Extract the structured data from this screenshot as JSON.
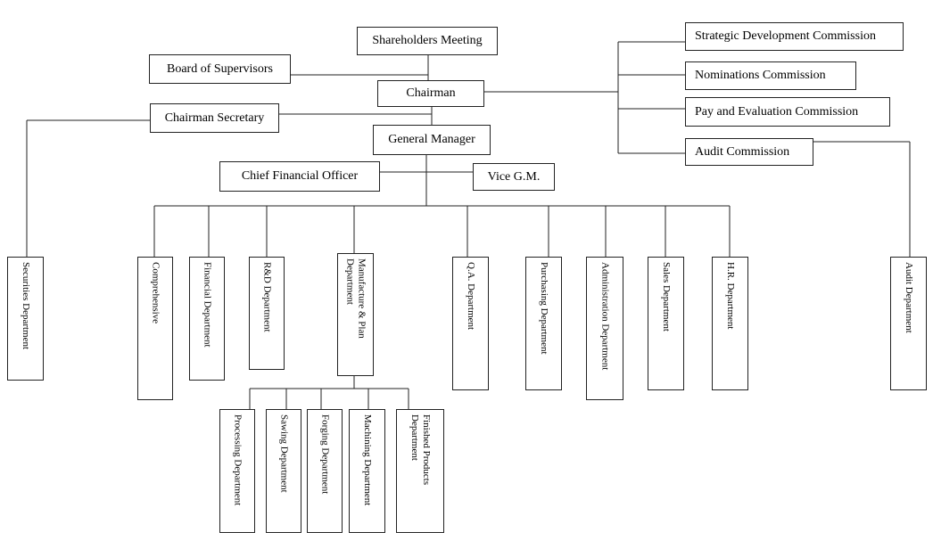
{
  "top": {
    "shareholders": "Shareholders Meeting",
    "board_supervisors": "Board of Supervisors",
    "chairman": "Chairman",
    "chairman_secretary": "Chairman Secretary",
    "general_manager": "General Manager",
    "cfo": "Chief Financial Officer",
    "vice_gm": "Vice G.M."
  },
  "commissions": {
    "strategic": "Strategic Development Commission",
    "nominations": "Nominations Commission",
    "pay": "Pay and Evaluation Commission",
    "audit": "Audit Commission"
  },
  "departments": {
    "securities": "Securities Department",
    "comprehensive": "Comprehensive",
    "financial": "Financial Department",
    "rd": "R&D Department",
    "manufacture": "Manufacture & Plan Department",
    "qa": "Q.A. Department",
    "purchasing": "Purchasing Department",
    "administration": "Administration Department",
    "sales": "Sales Department",
    "hr": "H.R. Department",
    "audit": "Audit Department"
  },
  "sub_departments": {
    "processing": "Processing Department",
    "sawing": "Sawing Department",
    "forging": "Forging Department",
    "machining": "Machining Department",
    "finished": "Finished Products Department"
  }
}
